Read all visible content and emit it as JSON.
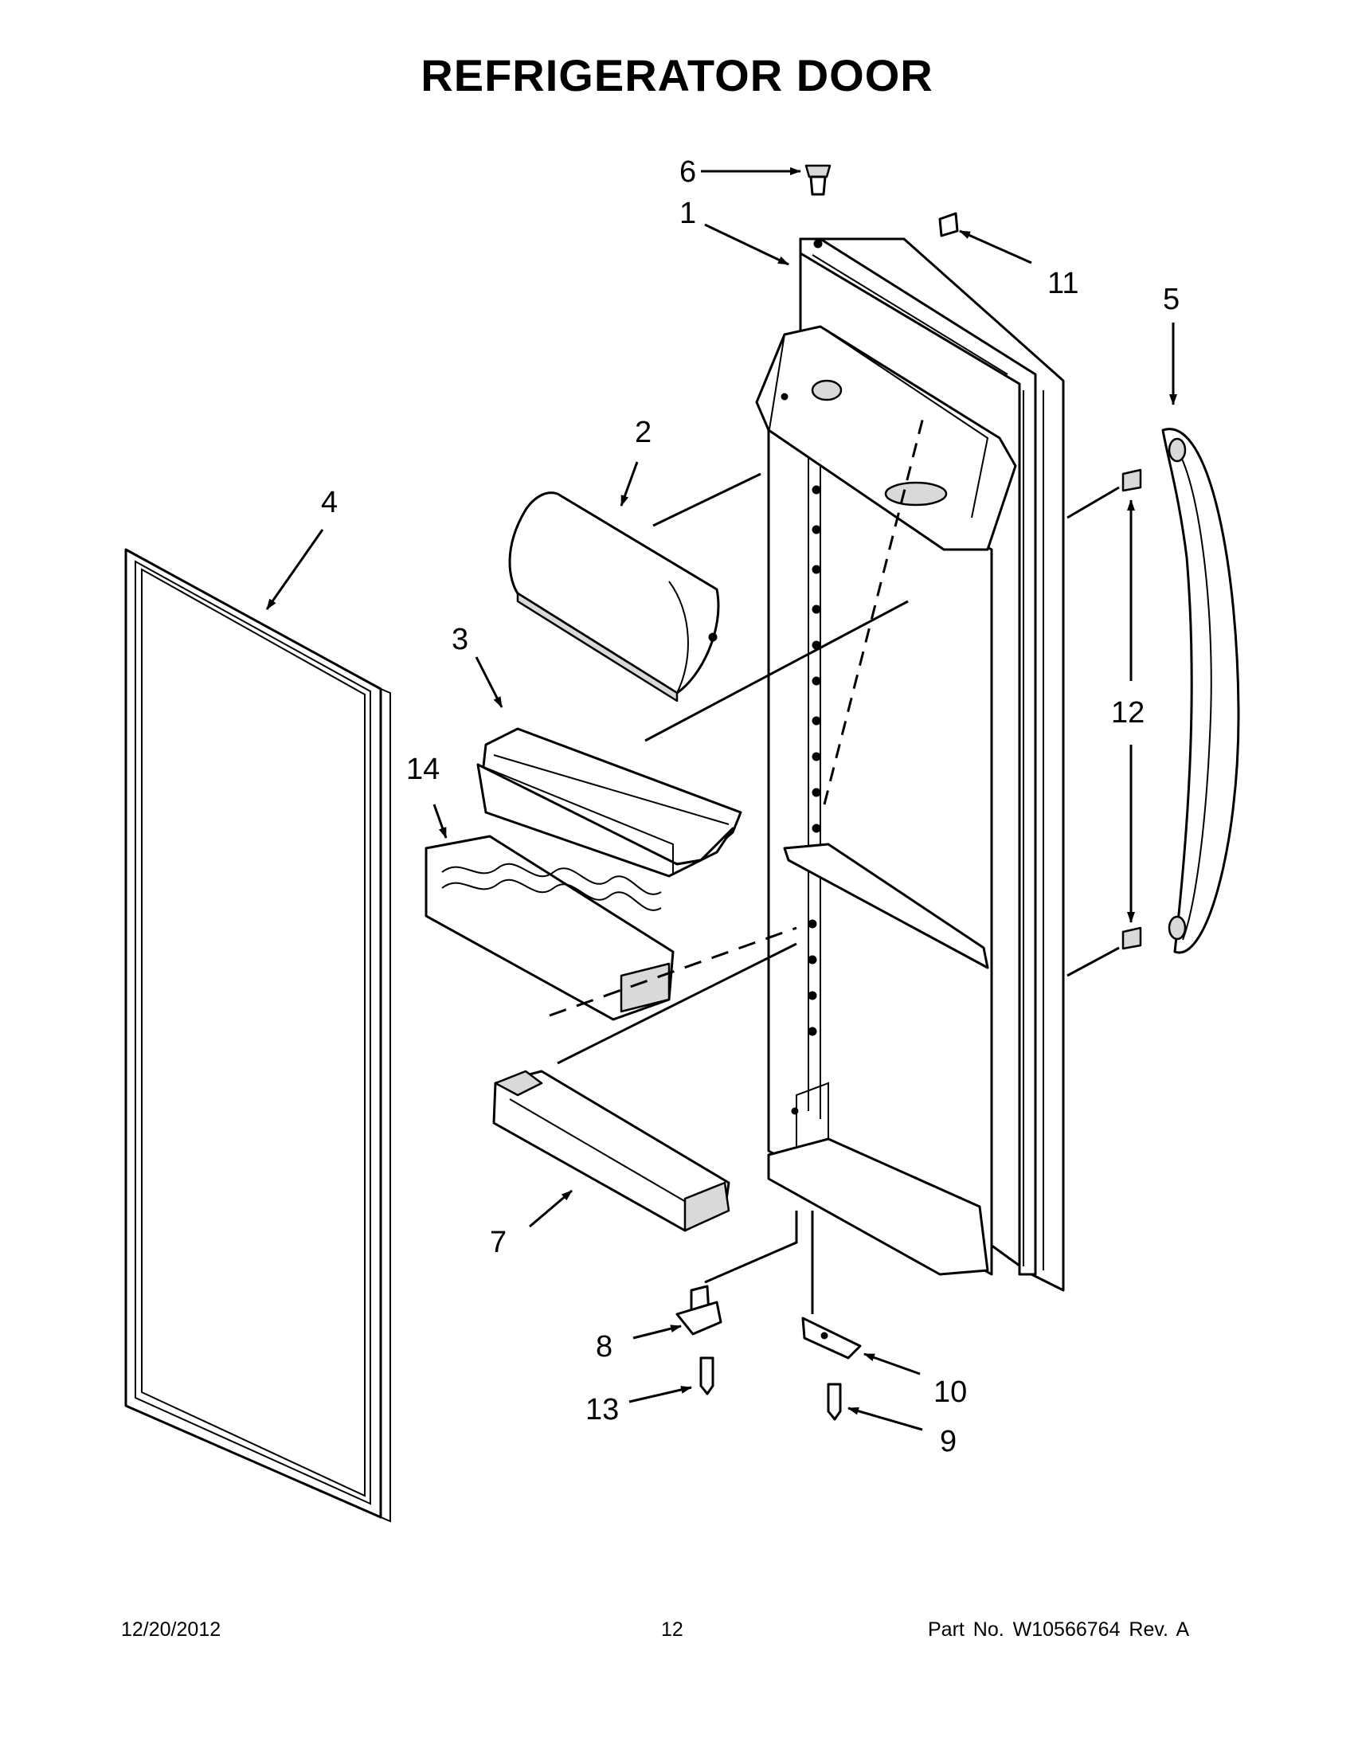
{
  "title": "REFRIGERATOR DOOR",
  "callouts": {
    "c1": "1",
    "c2": "2",
    "c3": "3",
    "c4": "4",
    "c5": "5",
    "c6": "6",
    "c7": "7",
    "c8": "8",
    "c9": "9",
    "c10": "10",
    "c11": "11",
    "c12": "12",
    "c13": "13",
    "c14": "14"
  },
  "footer": {
    "date": "12/20/2012",
    "page": "12",
    "part": "Part No.  W10566764  Rev.  A"
  }
}
